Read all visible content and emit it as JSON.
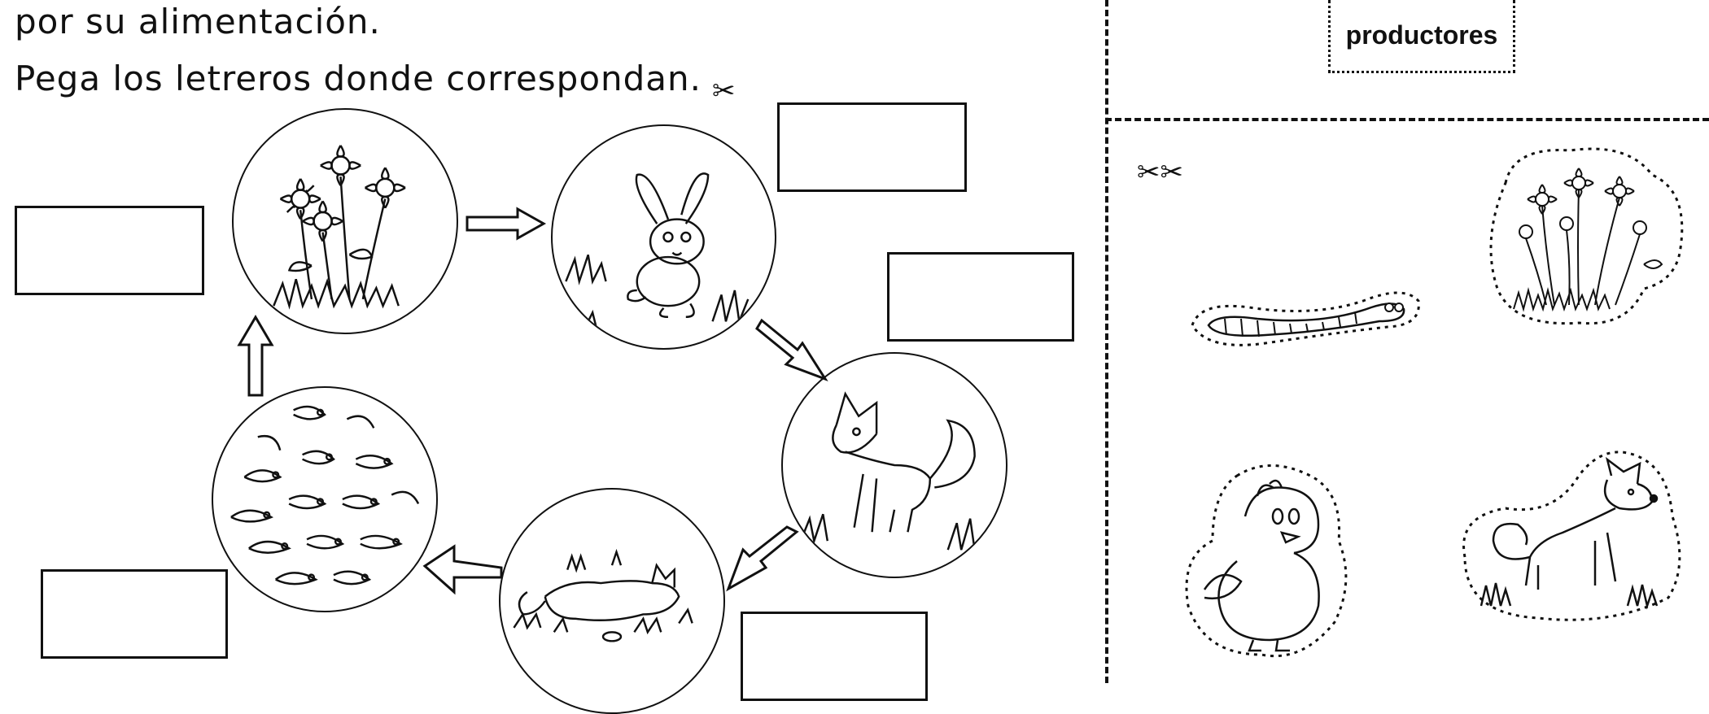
{
  "instructions": {
    "line1": "por su alimentación.",
    "line2": "Pega los letreros donde correspondan."
  },
  "label_card": {
    "text": "productores"
  },
  "icons": {
    "scissors_single": "scissors-icon",
    "scissors_double": "scissors-pair-icon"
  },
  "colors": {
    "ink": "#111111",
    "paper": "#ffffff"
  }
}
